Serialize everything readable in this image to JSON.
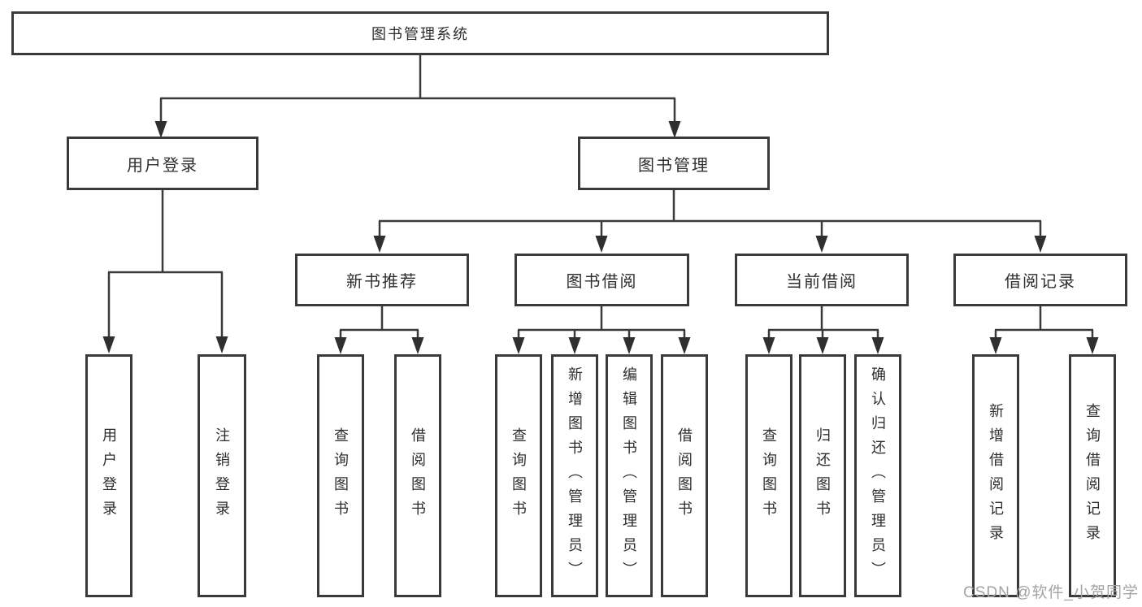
{
  "diagram": {
    "root": {
      "label": "图书管理系统"
    },
    "level2": [
      {
        "id": "user-login",
        "label": "用户登录"
      },
      {
        "id": "book-management",
        "label": "图书管理"
      }
    ],
    "level3": [
      {
        "id": "new-book-recommend",
        "parent": "book-management",
        "label": "新书推荐"
      },
      {
        "id": "book-borrow",
        "parent": "book-management",
        "label": "图书借阅"
      },
      {
        "id": "current-borrow",
        "parent": "book-management",
        "label": "当前借阅"
      },
      {
        "id": "borrow-records",
        "parent": "book-management",
        "label": "借阅记录"
      }
    ],
    "leaves": [
      {
        "parent": "user-login",
        "label": "用户登录"
      },
      {
        "parent": "user-login",
        "label": "注销登录"
      },
      {
        "parent": "new-book-recommend",
        "label": "查询图书"
      },
      {
        "parent": "new-book-recommend",
        "label": "借阅图书"
      },
      {
        "parent": "book-borrow",
        "label": "查询图书"
      },
      {
        "parent": "book-borrow",
        "label": "新增图书（管理员）"
      },
      {
        "parent": "book-borrow",
        "label": "编辑图书（管理员）"
      },
      {
        "parent": "book-borrow",
        "label": "借阅图书"
      },
      {
        "parent": "current-borrow",
        "label": "查询图书"
      },
      {
        "parent": "current-borrow",
        "label": "归还图书"
      },
      {
        "parent": "current-borrow",
        "label": "确认归还（管理员）"
      },
      {
        "parent": "borrow-records",
        "label": "新增借阅记录"
      },
      {
        "parent": "borrow-records",
        "label": "查询借阅记录"
      }
    ]
  },
  "watermark": {
    "text": "CSDN @软件_小贺同学"
  },
  "colors": {
    "line": "#3a3a3a",
    "text": "#2e2e2e",
    "background": "#ffffff",
    "watermark": "#a3a3a3"
  }
}
